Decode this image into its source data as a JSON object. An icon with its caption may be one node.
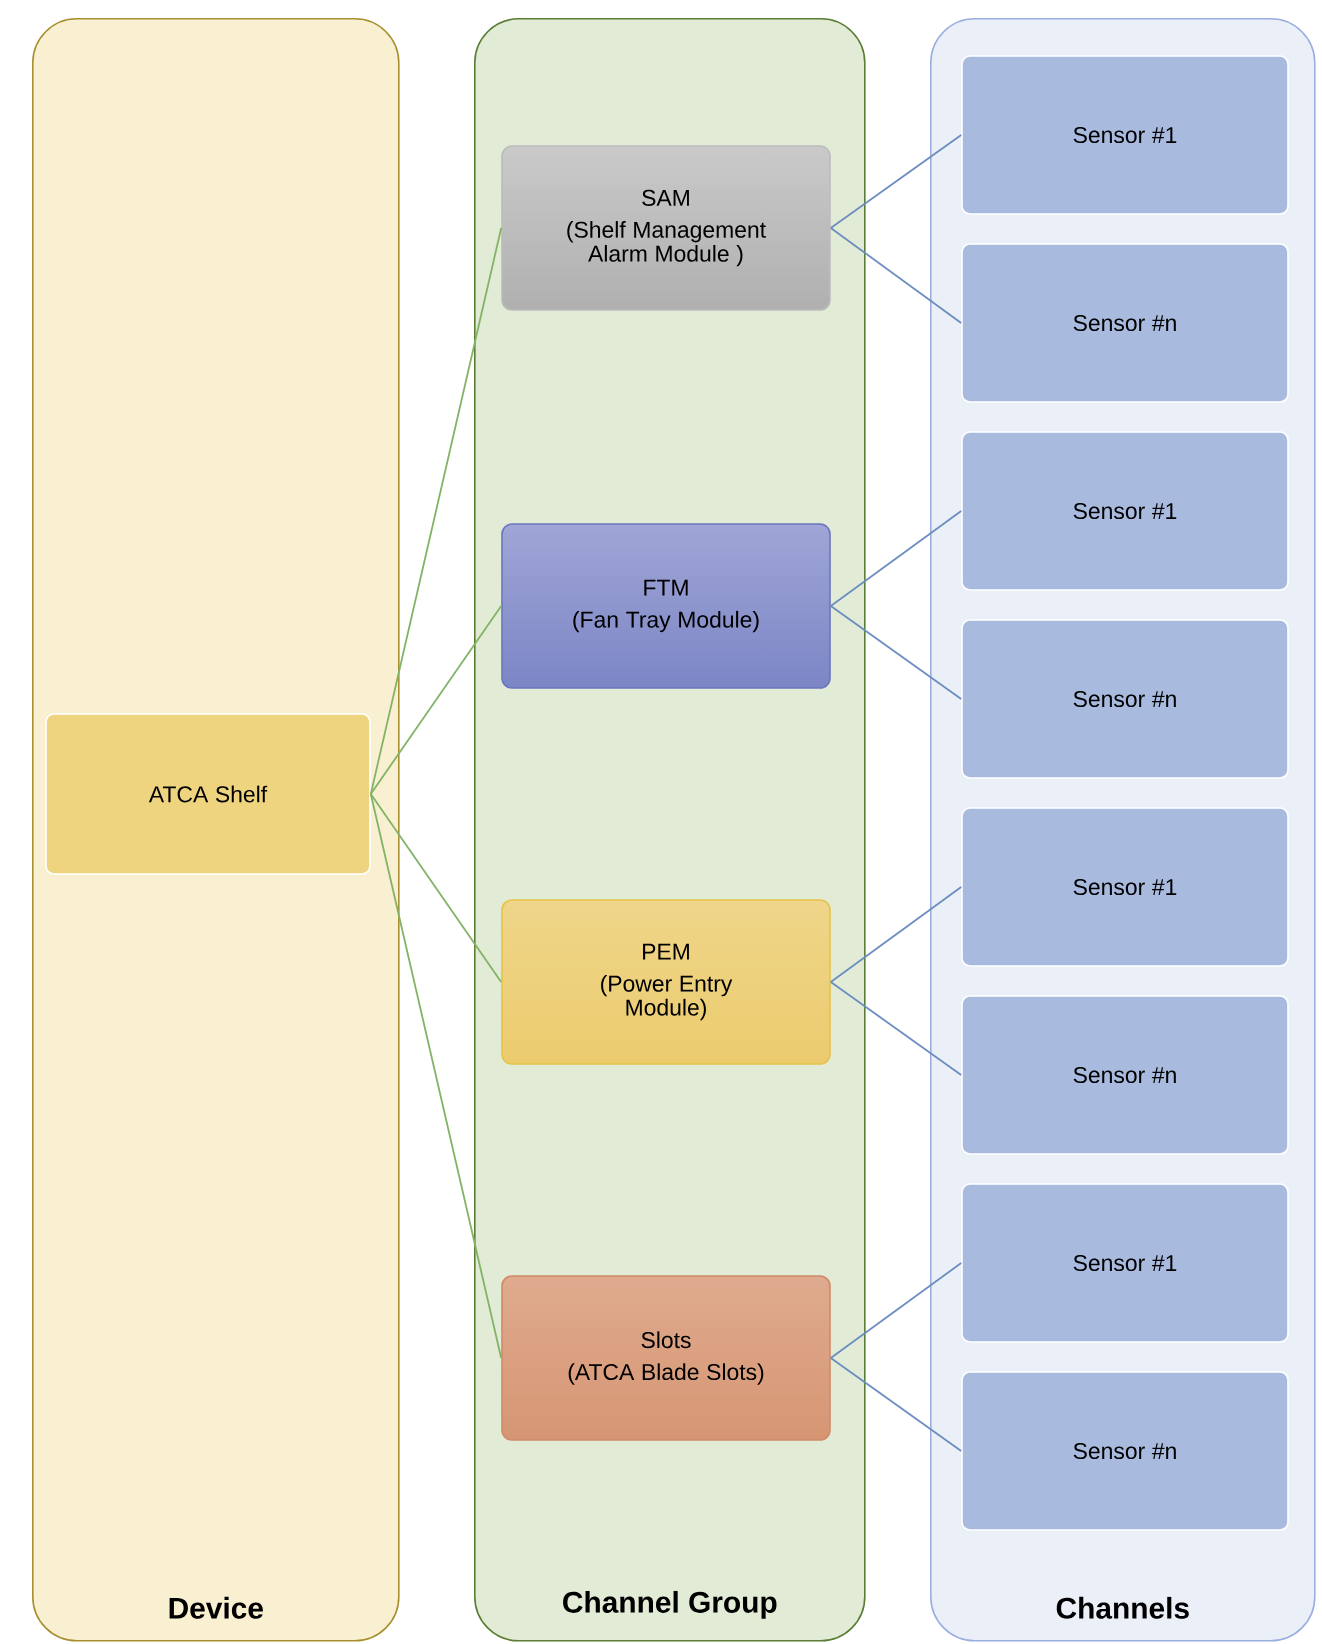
{
  "diagram": {
    "nodes": [
      {
        "text": [
          "Device"
        ]
      },
      {
        "text": [
          "ATCA Shelf"
        ],
        "in": 0
      },
      {
        "text": [
          "Channel Group"
        ]
      },
      {
        "text": [
          "SAM",
          "(Shelf Management Alarm Module )"
        ],
        "in": 2
      },
      {
        "text": [
          "FTM",
          "(Fan Tray Module)"
        ],
        "in": 2
      },
      {
        "text": [
          "PEM",
          "(Power Entry Module)"
        ],
        "in": 2
      },
      {
        "text": [
          "Slots",
          "(ATCA Blade Slots)"
        ],
        "in": 2
      },
      {
        "text": [
          "Channels"
        ]
      },
      {
        "text": [
          "Sensor #1"
        ],
        "in": 7
      },
      {
        "text": [
          "Sensor #n"
        ],
        "in": 7
      },
      {
        "text": [
          "Sensor #1"
        ],
        "in": 7
      },
      {
        "text": [
          "Sensor #n"
        ],
        "in": 7
      },
      {
        "text": [
          "Sensor #1"
        ],
        "in": 7
      },
      {
        "text": [
          "Sensor #n"
        ],
        "in": 7
      },
      {
        "text": [
          "Sensor #1"
        ],
        "in": 7
      },
      {
        "text": [
          "Sensor #n"
        ],
        "in": 7
      }
    ],
    "edges": [
      {
        "from": 1,
        "to": 3,
        "arrow": "none",
        "color": "#82b366"
      },
      {
        "from": 1,
        "to": 4,
        "arrow": "none",
        "color": "#82b366"
      },
      {
        "from": 1,
        "to": 5,
        "arrow": "none",
        "color": "#82b366"
      },
      {
        "from": 1,
        "to": 6,
        "arrow": "none",
        "color": "#82b366"
      },
      {
        "from": 3,
        "to": 8,
        "arrow": "none"
      },
      {
        "from": 3,
        "to": 9,
        "arrow": "none"
      },
      {
        "from": 4,
        "to": 10,
        "arrow": "none"
      },
      {
        "from": 4,
        "to": 11,
        "arrow": "none"
      },
      {
        "from": 5,
        "to": 12,
        "arrow": "none"
      },
      {
        "from": 5,
        "to": 13,
        "arrow": "none"
      },
      {
        "from": 6,
        "to": 14,
        "arrow": "none"
      },
      {
        "from": 6,
        "to": 15,
        "arrow": "none"
      }
    ]
  }
}
